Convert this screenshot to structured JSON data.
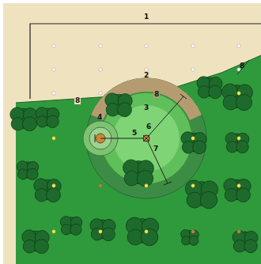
{
  "diagram": {
    "labels": [
      "1",
      "8",
      "2",
      "8",
      "8",
      "3",
      "4",
      "6",
      "5",
      "7"
    ]
  }
}
